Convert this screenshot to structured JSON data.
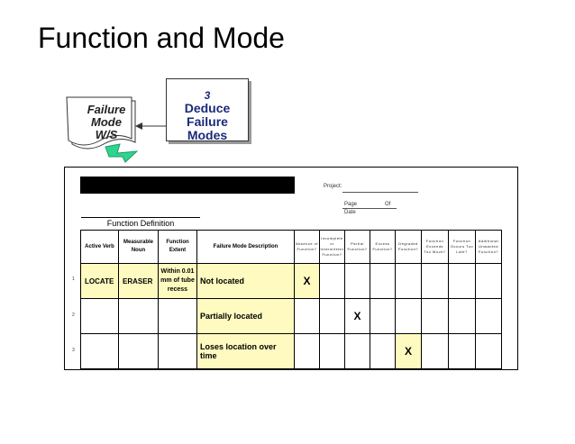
{
  "slide": {
    "title": "Function and Mode"
  },
  "diagram": {
    "document_lines": [
      "Failure",
      "Mode",
      "W/S"
    ],
    "step_number": "3",
    "step_lines": [
      "Deduce",
      "Failure Modes"
    ]
  },
  "worksheet": {
    "project_label": "Project:",
    "page_label": "Page",
    "of_label": "Of",
    "date_label": "Date",
    "group_label": "Function Definition",
    "headers": [
      "Active Verb",
      "Measurable Noun",
      "Function Extent",
      "Failure Mode Description"
    ],
    "question_headers": [
      "Absence of Function?",
      "Incomplete or Intermittent Function?",
      "Partial Function?",
      "Excess Function?",
      "Degraded Function?",
      "Function Exceeds Too Much?",
      "Function Occurs Too Late?",
      "Additional Unwanted Function?"
    ],
    "rows": [
      {
        "num": "1",
        "verb": "LOCATE",
        "noun": "ERASER",
        "extent": "Within 0.01 mm of tube recess",
        "mode": "Not located",
        "mark": "X"
      },
      {
        "num": "2",
        "verb": "",
        "noun": "",
        "extent": "",
        "mode": "Partially located",
        "mark": "X"
      },
      {
        "num": "3",
        "verb": "",
        "noun": "",
        "extent": "",
        "mode": "Loses location over time",
        "mark": "X"
      }
    ]
  }
}
